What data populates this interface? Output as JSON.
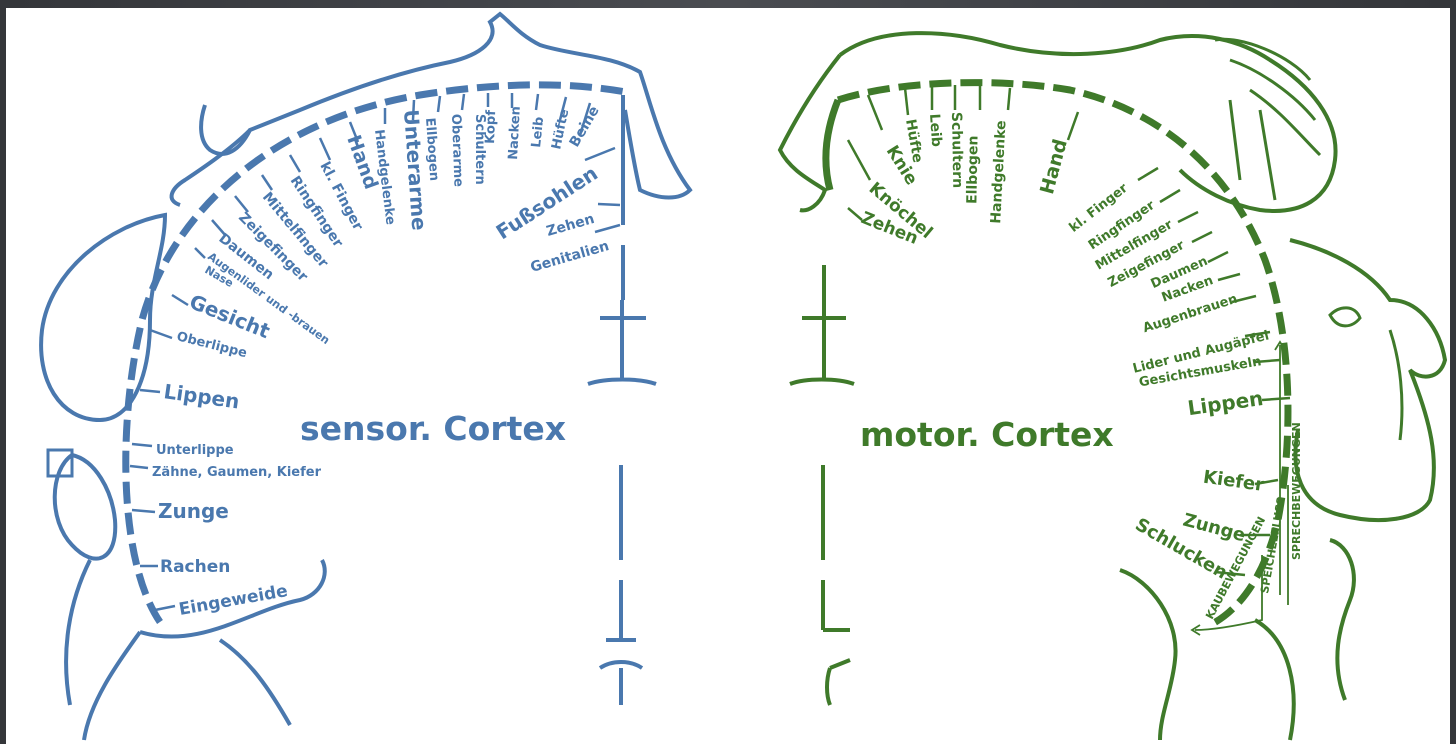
{
  "colors": {
    "sensory": "#4a78ae",
    "motor": "#3f7a2a",
    "background": "#3a3c40",
    "panel": "#ffffff"
  },
  "sensory": {
    "title": "sensor. Cortex",
    "labels": {
      "genitalien": "Genitalien",
      "zehen": "Zehen",
      "fusssohlen": "Fußsohlen",
      "beine": "Beine",
      "huefte": "Hüfte",
      "leib": "Leib",
      "nacken": "Nacken",
      "kopf": "Kopf",
      "schultern": "Schultern",
      "oberarme": "Oberarme",
      "ellbogen": "Ellbogen",
      "unterarme": "Unterarme",
      "handgelenke": "Handgelenke",
      "hand": "Hand",
      "kl_finger": "kl. Finger",
      "ringfinger": "Ringfinger",
      "mittelfinger": "Mittelfinger",
      "zeigefinger": "Zeigefinger",
      "daumen": "Daumen",
      "augenlider": "Augenlider und -brauen",
      "nase": "Nase",
      "gesicht": "Gesicht",
      "oberlippe": "Oberlippe",
      "lippen": "Lippen",
      "unterlippe": "Unterlippe",
      "zaehne": "Zähne, Gaumen, Kiefer",
      "zunge": "Zunge",
      "rachen": "Rachen",
      "eingeweide": "Eingeweide"
    }
  },
  "motor": {
    "title": "motor. Cortex",
    "labels": {
      "zehen": "Zehen",
      "knoechel": "Knöchel",
      "knie": "Knie",
      "huefte": "Hüfte",
      "leib": "Leib",
      "schultern": "Schultern",
      "ellbogen": "Ellbogen",
      "handgelenke": "Handgelenke",
      "hand": "Hand",
      "kl_finger": "kl. Finger",
      "ringfinger": "Ringfinger",
      "mittelfinger": "Mittelfinger",
      "zeigefinger": "Zeigefinger",
      "daumen": "Daumen",
      "nacken": "Nacken",
      "augenbrauen": "Augenbrauen",
      "lider": "Lider und Augäpfel",
      "gesichtsmuskeln": "Gesichtsmuskeln",
      "lippen": "Lippen",
      "kiefer": "Kiefer",
      "zunge": "Zunge",
      "schlucken": "Schlucken",
      "kaubewegungen": "KAUBEWEGUNGEN",
      "speichelfluss": "SPEICHELFLUSS",
      "sprechbewegungen": "SPRECHBEWEGUNGEN"
    }
  }
}
